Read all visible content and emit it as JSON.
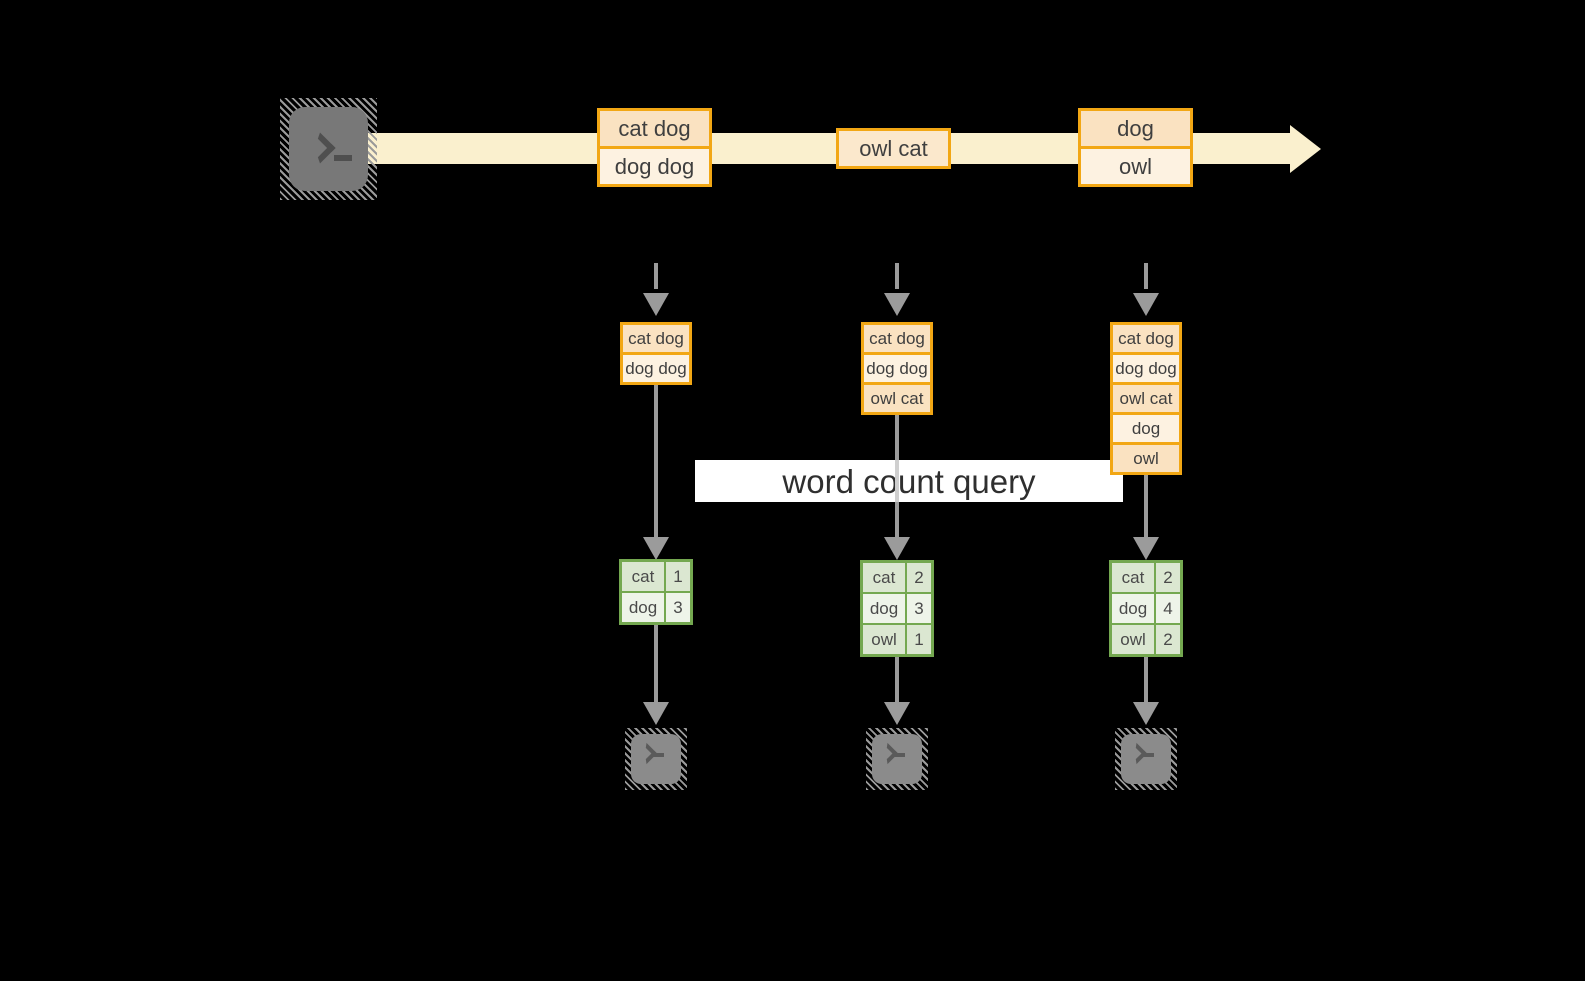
{
  "banner": {
    "label": "word count query"
  },
  "stream": {
    "source_icon": "terminal-icon",
    "events": [
      {
        "lines": [
          "cat dog",
          "dog dog"
        ]
      },
      {
        "lines": [
          "owl cat"
        ]
      },
      {
        "lines": [
          "dog",
          "owl"
        ]
      }
    ]
  },
  "columns": [
    {
      "buffer": [
        "cat dog",
        "dog dog"
      ],
      "counts": [
        {
          "word": "cat",
          "count": "1"
        },
        {
          "word": "dog",
          "count": "3"
        }
      ],
      "sink_icon": "terminal-icon"
    },
    {
      "buffer": [
        "cat dog",
        "dog dog",
        "owl cat"
      ],
      "counts": [
        {
          "word": "cat",
          "count": "2"
        },
        {
          "word": "dog",
          "count": "3"
        },
        {
          "word": "owl",
          "count": "1"
        }
      ],
      "sink_icon": "terminal-icon"
    },
    {
      "buffer": [
        "cat dog",
        "dog dog",
        "owl cat",
        "dog",
        "owl"
      ],
      "counts": [
        {
          "word": "cat",
          "count": "2"
        },
        {
          "word": "dog",
          "count": "4"
        },
        {
          "word": "owl",
          "count": "2"
        }
      ],
      "sink_icon": "terminal-icon"
    }
  ],
  "colors": {
    "background": "#000000",
    "accent_orange": "#F2A714",
    "peach_fill": "#FAE2C1",
    "cream_fill": "#FDF2E1",
    "event_fill": "#FBE8CC",
    "stream_fill": "#FAF0CE",
    "green_border": "#74A850",
    "green_row_dark": "#DBE7D1",
    "green_row_light": "#EEF4E9",
    "arrow_gray": "#9B9B9B",
    "banner_bg": "#FFFFFF",
    "banner_text": "#2F2F2F",
    "terminal_gray": "#7C7C7C"
  }
}
